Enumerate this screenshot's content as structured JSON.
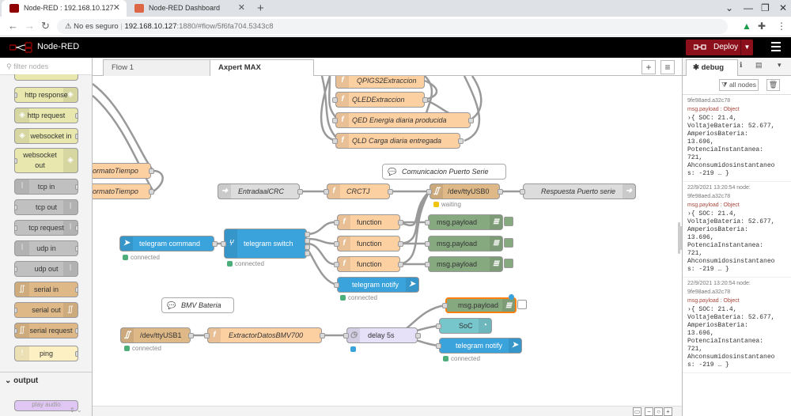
{
  "browser": {
    "tabs": [
      {
        "title": "Node-RED : 192.168.10.127",
        "active": true
      },
      {
        "title": "Node-RED Dashboard",
        "active": false
      }
    ],
    "address": {
      "security": "No es seguro",
      "host": "192.168.10.127",
      "path": ":1880/#flow/5f6fa704.5343c8"
    }
  },
  "header": {
    "title": "Node-RED",
    "deploy_label": "Deploy"
  },
  "palette": {
    "filter_placeholder": "filter nodes",
    "nodes": [
      {
        "label": "http response",
        "color": "#e7e7ae"
      },
      {
        "label": "http request",
        "color": "#e7e7ae"
      },
      {
        "label": "websocket in",
        "color": "#e7e7ae"
      },
      {
        "label": "websocket out",
        "color": "#e7e7ae"
      },
      {
        "label": "tcp in",
        "color": "#c0c0c0"
      },
      {
        "label": "tcp out",
        "color": "#c0c0c0"
      },
      {
        "label": "tcp request",
        "color": "#c0c0c0"
      },
      {
        "label": "udp in",
        "color": "#c0c0c0"
      },
      {
        "label": "udp out",
        "color": "#c0c0c0"
      },
      {
        "label": "serial in",
        "color": "#deb887"
      },
      {
        "label": "serial out",
        "color": "#deb887"
      },
      {
        "label": "serial request",
        "color": "#deb887"
      },
      {
        "label": "ping",
        "color": "#fdf0c2"
      }
    ],
    "output_category": "output",
    "partial_node": "play audio"
  },
  "workspace": {
    "tabs": [
      "Flow 1",
      "Axpert MAX"
    ],
    "nodes": {
      "qpigs": "QPIGS2Extraccion",
      "qled": "QLEDExtraccion",
      "qed": "QED Energia diaria producida",
      "qld": "QLD Carga diaria entregada",
      "formato1": "ormatoTiempo",
      "formato2": "ormatoTiempo",
      "comment_serie": "Comunicacion Puerto Serie",
      "entrada": "EntradaalCRC",
      "crc": "CRCTJ",
      "usb0": "/dev/ttyUSB0",
      "usb0_status": "waiting",
      "respuesta": "Respuesta Puerto serie",
      "func1": "function",
      "func2": "function",
      "func3": "function",
      "dbg1": "msg.payload",
      "dbg2": "msg.payload",
      "dbg3": "msg.payload",
      "tg_cmd": "telegram command",
      "tg_cmd_status": "connected",
      "tg_switch": "telegram switch",
      "tg_switch_status": "connected",
      "tg_notify1": "telegram notify",
      "tg_notify1_status": "connected",
      "comment_bmv": "BMV Bateria",
      "usb1": "/dev/ttyUSB1",
      "usb1_status": "connected",
      "extractor": "ExtractorDatosBMV700",
      "delay": "delay 5s",
      "dbg4": "msg.payload",
      "soc": "SoC",
      "tg_notify2": "telegram notify",
      "tg_notify2_status": "connected"
    }
  },
  "sidebar": {
    "tab": "debug",
    "filter_label": "all nodes",
    "messages": [
      {
        "meta": "9fe98aed.a32c78",
        "topic": "msg.payload : Object"
      },
      {
        "meta": "22/9/2021 13:20:54   node: 9fe98aed.a32c78",
        "topic": "msg.payload : Object"
      },
      {
        "meta": "22/9/2021 13:20:54   node: 9fe98aed.a32c78",
        "topic": "msg.payload : Object"
      }
    ],
    "object_lines": [
      "{ SOC: 21.4,",
      "VoltajeBateria: 52.677,",
      "AmperiosBateria:",
      "13.696,",
      "PotenciaInstantanea:",
      "721,",
      "Ahconsumidosinstantaneo",
      "s: -219 … }"
    ]
  }
}
